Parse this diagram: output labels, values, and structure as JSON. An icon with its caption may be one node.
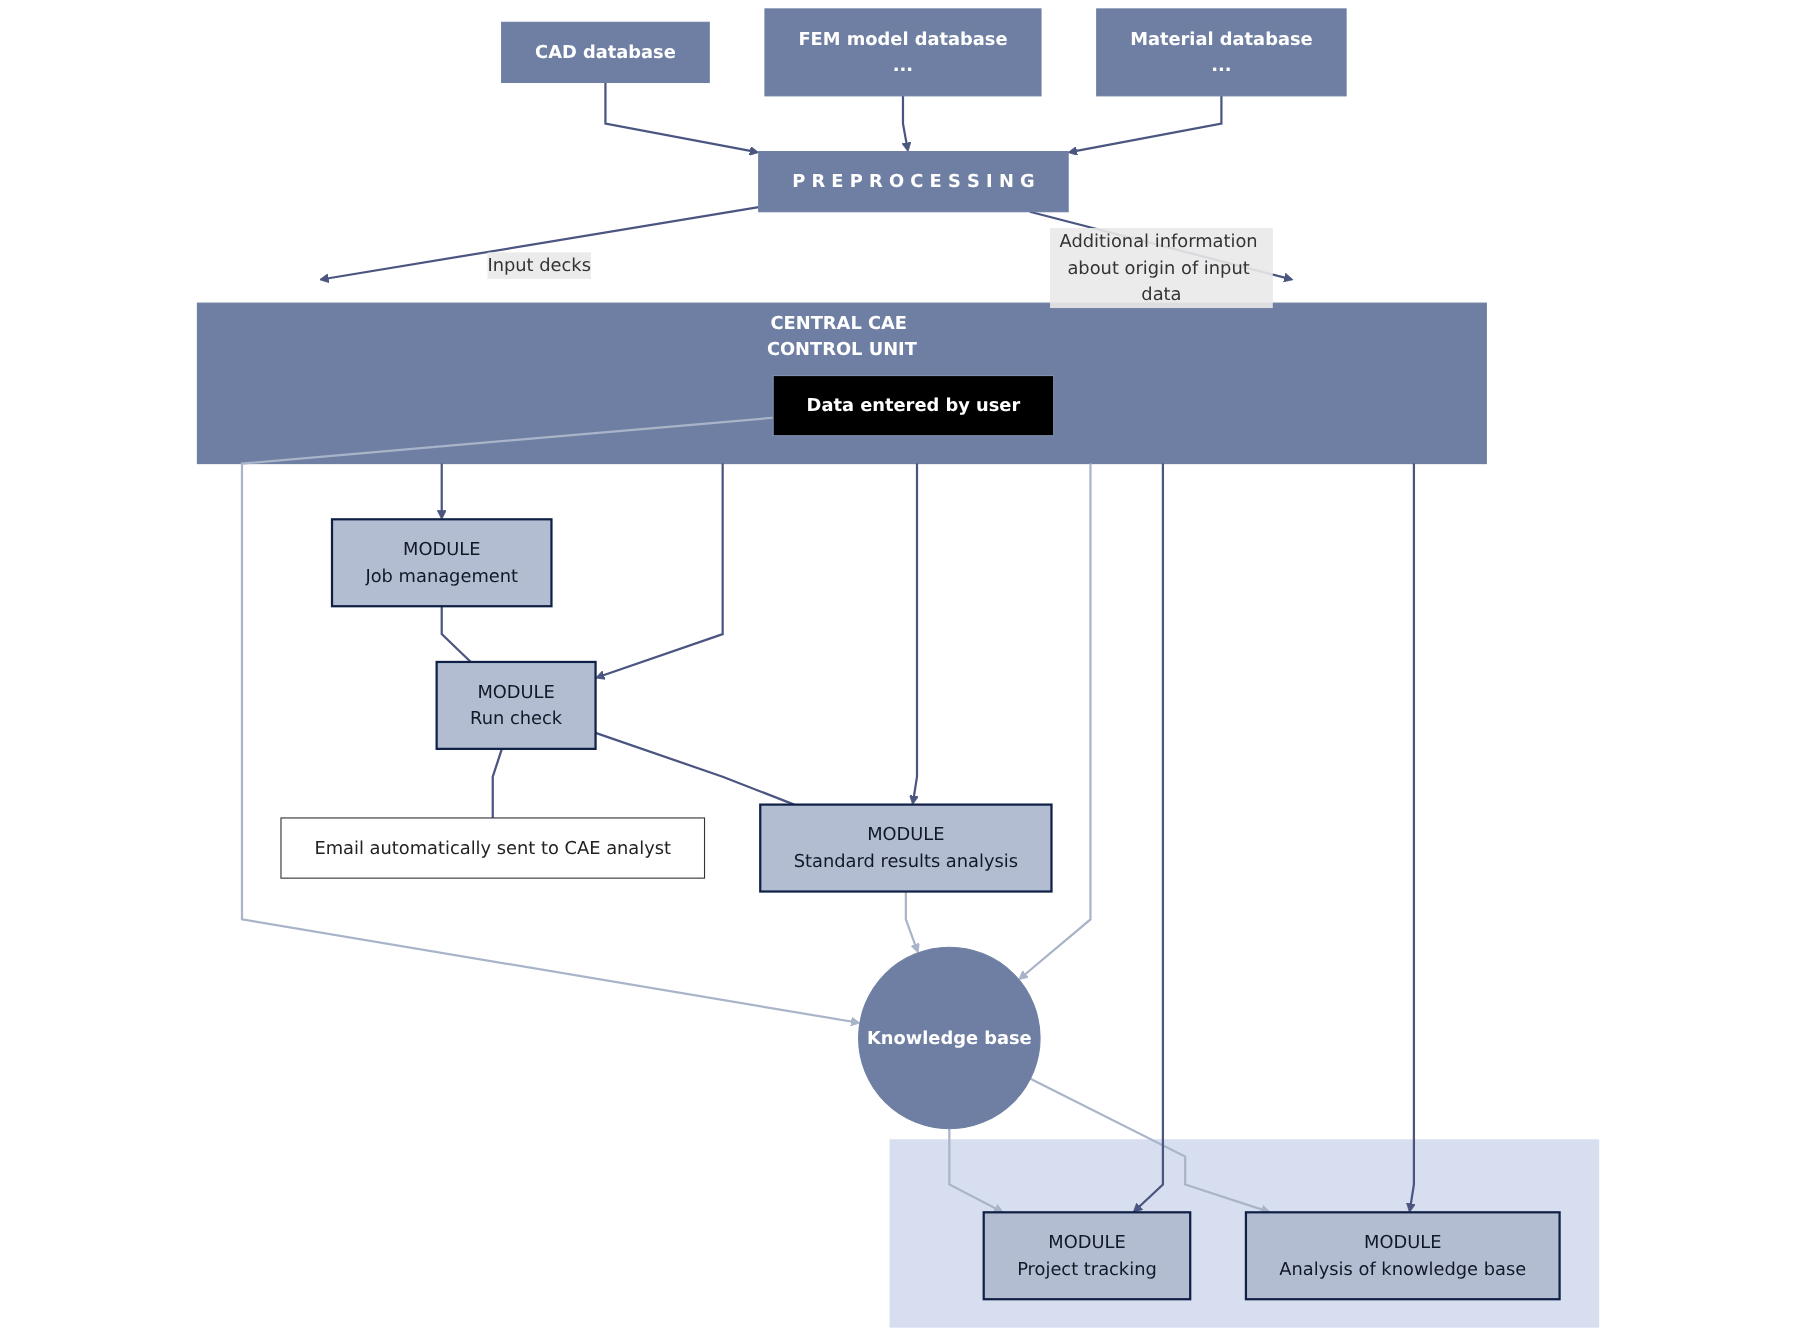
{
  "diagram": {
    "nodes": [
      {
        "text": [
          "CAD database"
        ]
      },
      {
        "text": [
          "FEM model database",
          "..."
        ]
      },
      {
        "text": [
          "Material database",
          "..."
        ]
      },
      {
        "text": [
          "P R E P R O C E S S I N G"
        ]
      },
      {
        "text": [
          "CENTRAL CAE CONTROL UNIT"
        ]
      },
      {
        "text": [
          "Data entered by user"
        ],
        "in": 4
      },
      {
        "text": [],
        "shape": "box"
      },
      {
        "text": [
          "MODULE",
          "Project tracking"
        ],
        "in": 6
      },
      {
        "text": [
          "MODULE",
          "Analysis of knowledge base"
        ],
        "in": 6
      },
      {
        "text": [
          "Knowledge base"
        ]
      },
      {
        "text": [
          "MODULE",
          "Job management"
        ]
      },
      {
        "text": [
          "MODULE",
          "Run check"
        ]
      },
      {
        "text": [
          "MODULE",
          "Standard results analysis"
        ]
      },
      {
        "text": [
          "Email automatically sent to CAE analyst"
        ]
      }
    ],
    "edges": [
      {
        "from": 0,
        "to": 3,
        "arrow": "to"
      },
      {
        "from": 1,
        "to": 3,
        "arrow": "to"
      },
      {
        "from": 2,
        "to": 3,
        "arrow": "to"
      },
      {
        "from": 3,
        "to": 4,
        "arrow": "to",
        "label": "Input decks"
      },
      {
        "from": 3,
        "to": 4,
        "arrow": "to",
        "label": "Additional information about origin of input data"
      },
      {
        "from": 4,
        "to": 7,
        "arrow": "to"
      },
      {
        "from": 4,
        "to": 8,
        "arrow": "to"
      },
      {
        "from": 4,
        "to": 10,
        "arrow": "to"
      },
      {
        "from": 4,
        "to": 11,
        "arrow": "to"
      },
      {
        "from": 4,
        "to": 12,
        "arrow": "to"
      },
      {
        "from": 4,
        "to": 9,
        "arrow": "to",
        "color": "#a9b4c9"
      },
      {
        "from": 5,
        "to": 9,
        "arrow": "to",
        "color": "#a9b4c9"
      },
      {
        "from": 9,
        "to": 7,
        "arrow": "to",
        "color": "#a9b4c9"
      },
      {
        "from": 9,
        "to": 8,
        "arrow": "to",
        "color": "#a9b4c9"
      },
      {
        "from": 12,
        "to": 9,
        "arrow": "to",
        "color": "#a9b4c9"
      },
      {
        "from": 10,
        "to": 11,
        "arrow": "none"
      },
      {
        "from": 11,
        "to": 12,
        "arrow": "none"
      },
      {
        "from": 11,
        "to": 13,
        "arrow": "none"
      }
    ]
  }
}
